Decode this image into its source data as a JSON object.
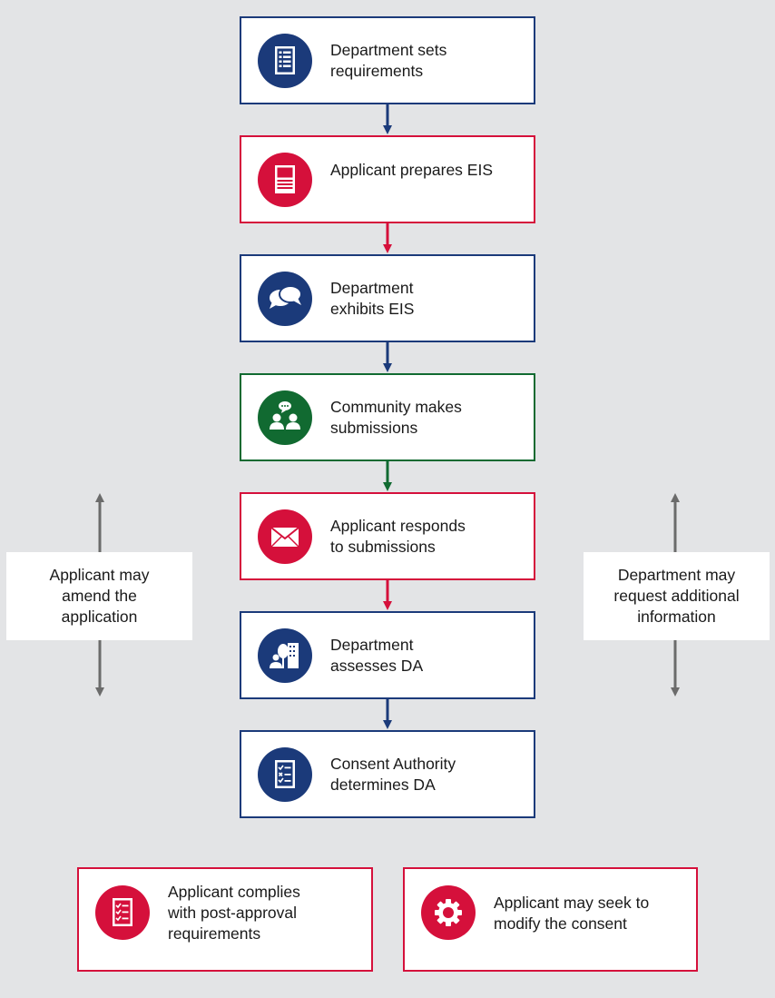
{
  "colors": {
    "navy": "#1b3a7a",
    "red": "#d5103b",
    "green": "#116a31",
    "grey": "#6b6b6b",
    "background": "#e3e4e6"
  },
  "steps": [
    {
      "label": "Department sets\nrequirements",
      "color": "navy",
      "icon": "list-document-icon"
    },
    {
      "label": "Applicant prepares EIS",
      "color": "red",
      "icon": "report-document-icon"
    },
    {
      "label": "Department\nexhibits EIS",
      "color": "navy",
      "icon": "speech-bubbles-icon"
    },
    {
      "label": "Community makes\nsubmissions",
      "color": "green",
      "icon": "community-icon"
    },
    {
      "label": "Applicant responds\nto submissions",
      "color": "red",
      "icon": "envelope-icon"
    },
    {
      "label": "Department\nassesses DA",
      "color": "navy",
      "icon": "buildings-icon"
    },
    {
      "label": "Consent Authority\ndetermines DA",
      "color": "navy",
      "icon": "checklist-icon"
    }
  ],
  "side_notes": {
    "left": "Applicant may\namend the\napplication",
    "right": "Department may\nrequest additional\ninformation"
  },
  "post": [
    {
      "label": "Applicant complies\nwith post-approval\nrequirements",
      "color": "red",
      "icon": "checklist-icon"
    },
    {
      "label": "Applicant may seek to\nmodify the consent",
      "color": "red",
      "icon": "gear-icon"
    }
  ]
}
